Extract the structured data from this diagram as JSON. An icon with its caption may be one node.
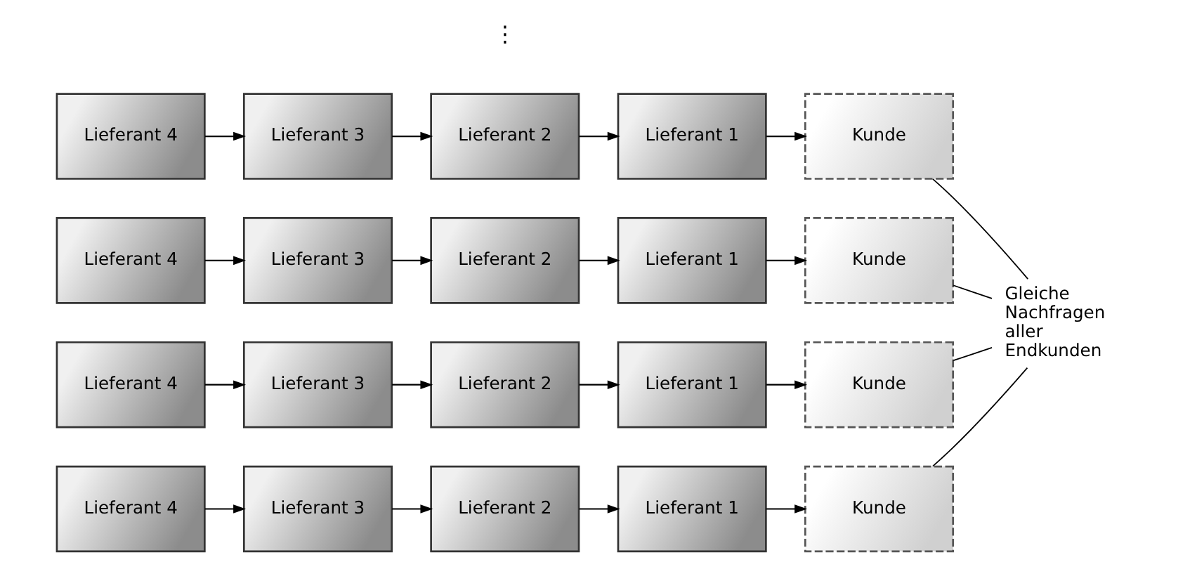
{
  "diagram": {
    "nodes": [
      {
        "text": [
          "Lieferant 4"
        ]
      },
      {
        "text": [
          "Lieferant 3"
        ]
      },
      {
        "text": [
          "Lieferant 2"
        ]
      },
      {
        "text": [
          "Lieferant 1"
        ]
      },
      {
        "text": [
          "Kunde"
        ]
      },
      {
        "text": [
          "Lieferant 4"
        ]
      },
      {
        "text": [
          "Lieferant 3"
        ]
      },
      {
        "text": [
          "Lieferant 2"
        ]
      },
      {
        "text": [
          "Lieferant 1"
        ]
      },
      {
        "text": [
          "Kunde"
        ]
      },
      {
        "text": [
          "Lieferant 4"
        ]
      },
      {
        "text": [
          "Lieferant 3"
        ]
      },
      {
        "text": [
          "Lieferant 2"
        ]
      },
      {
        "text": [
          "Lieferant 1"
        ]
      },
      {
        "text": [
          "Kunde"
        ]
      },
      {
        "text": [
          "Lieferant 4"
        ]
      },
      {
        "text": [
          "Lieferant 3"
        ]
      },
      {
        "text": [
          "Lieferant 2"
        ]
      },
      {
        "text": [
          "Lieferant 1"
        ]
      },
      {
        "text": [
          "Kunde"
        ]
      },
      {
        "text": [
          "Gleiche Nachfragen aller Endkunden"
        ]
      }
    ],
    "edges": [
      {
        "from": 0,
        "to": 1,
        "arrow": "to"
      },
      {
        "from": 1,
        "to": 2,
        "arrow": "to"
      },
      {
        "from": 2,
        "to": 3,
        "arrow": "to"
      },
      {
        "from": 3,
        "to": 4,
        "arrow": "to"
      },
      {
        "from": 5,
        "to": 6,
        "arrow": "to"
      },
      {
        "from": 6,
        "to": 7,
        "arrow": "to"
      },
      {
        "from": 7,
        "to": 8,
        "arrow": "to"
      },
      {
        "from": 8,
        "to": 9,
        "arrow": "to"
      },
      {
        "from": 10,
        "to": 11,
        "arrow": "to"
      },
      {
        "from": 11,
        "to": 12,
        "arrow": "to"
      },
      {
        "from": 12,
        "to": 13,
        "arrow": "to"
      },
      {
        "from": 13,
        "to": 14,
        "arrow": "to"
      },
      {
        "from": 15,
        "to": 16,
        "arrow": "to"
      },
      {
        "from": 16,
        "to": 17,
        "arrow": "to"
      },
      {
        "from": 17,
        "to": 18,
        "arrow": "to"
      },
      {
        "from": 18,
        "to": 19,
        "arrow": "to"
      },
      {
        "from": 20,
        "to": 4,
        "arrow": "none"
      },
      {
        "from": 20,
        "to": 9,
        "arrow": "none"
      },
      {
        "from": 20,
        "to": 14,
        "arrow": "none"
      },
      {
        "from": 20,
        "to": 19,
        "arrow": "none"
      }
    ],
    "labels": [
      "⋮"
    ]
  }
}
